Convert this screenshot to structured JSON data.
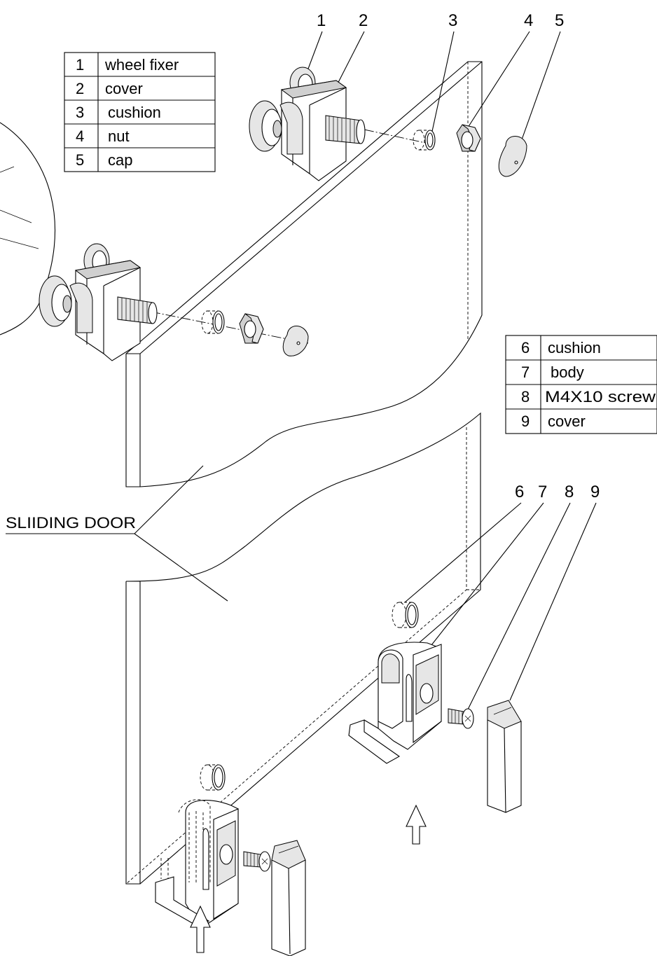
{
  "callouts": [
    "1",
    "2",
    "3",
    "4",
    "5",
    "6",
    "7",
    "8",
    "9"
  ],
  "legend_top": [
    {
      "num": "1",
      "name": "wheel fixer"
    },
    {
      "num": "2",
      "name": "cover"
    },
    {
      "num": "3",
      "name": "cushion"
    },
    {
      "num": "4",
      "name": "nut"
    },
    {
      "num": "5",
      "name": "cap"
    }
  ],
  "legend_bottom": [
    {
      "num": "6",
      "name": "cushion"
    },
    {
      "num": "7",
      "name": "body"
    },
    {
      "num": "8",
      "name": "M4X10 screw"
    },
    {
      "num": "9",
      "name": "cover"
    }
  ],
  "door_label": "SLIIDING DOOR"
}
